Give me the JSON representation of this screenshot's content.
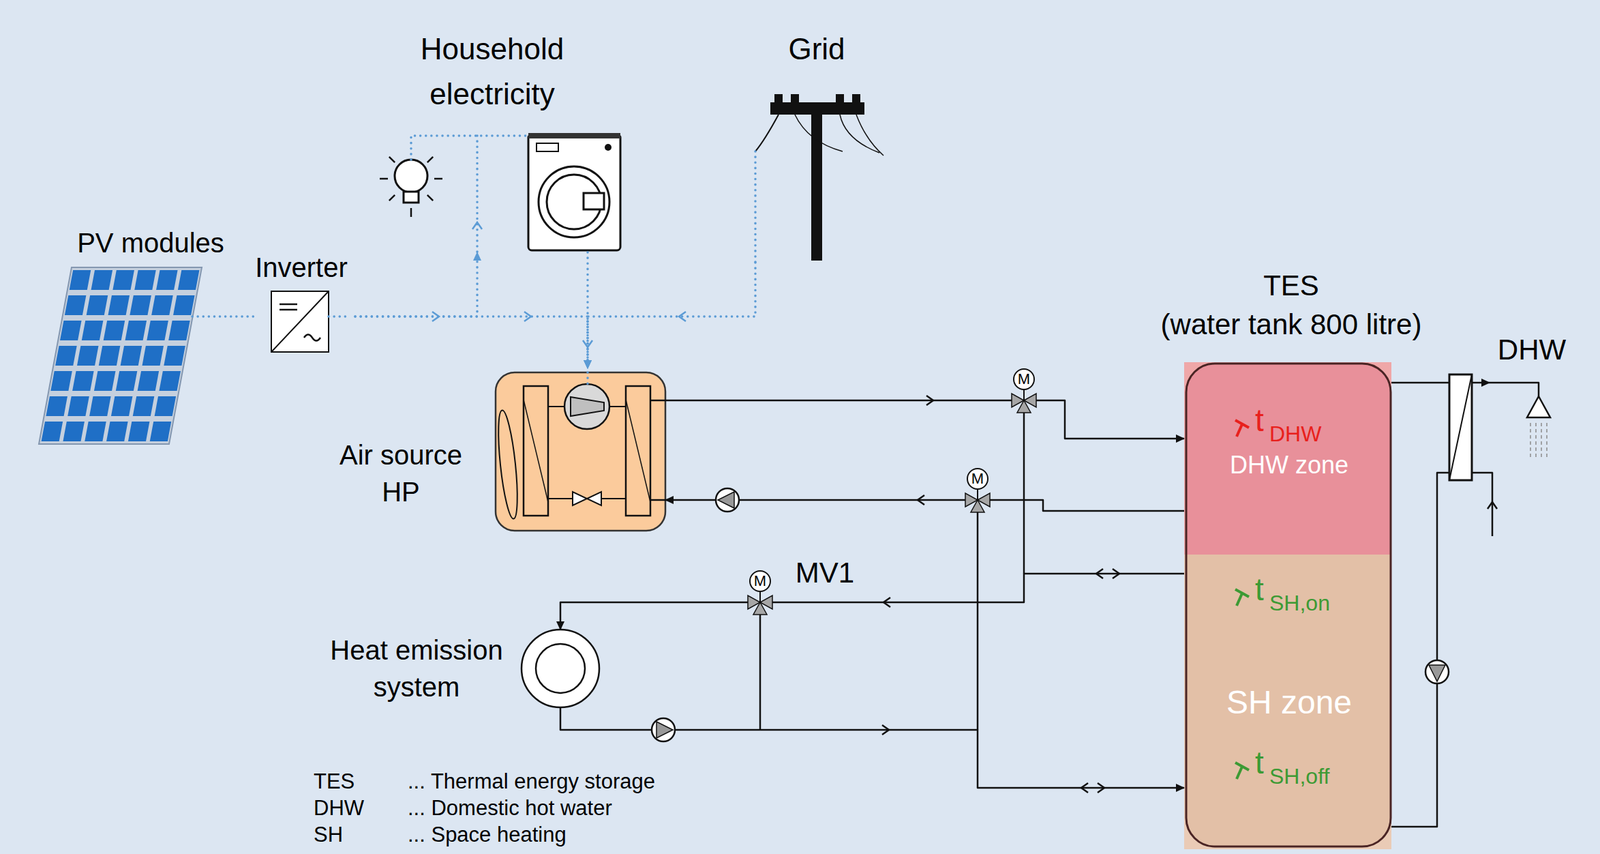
{
  "diagram": {
    "nodes": [
      {
        "text": [
          "Household electricity"
        ]
      },
      {
        "text": [
          "Grid"
        ]
      },
      {
        "text": [
          "PV modules"
        ]
      },
      {
        "text": [
          "Inverter"
        ]
      },
      {
        "text": [
          "TES",
          "(water tank 800 litre)"
        ]
      },
      {
        "text": [
          "t",
          "DHW",
          "DHW zone"
        ],
        "in": 4
      },
      {
        "text": [
          "t",
          "SH,on",
          "SH zone",
          "t",
          "SH,off"
        ],
        "in": 4
      },
      {
        "text": [
          "DHW"
        ]
      },
      {
        "text": [
          "Air source HP"
        ]
      },
      {
        "text": [
          "Heat emission system"
        ]
      }
    ],
    "edges": [
      {
        "from": 2,
        "to": 3,
        "arrow": "none"
      },
      {
        "from": 3,
        "to": 0,
        "arrow": "to"
      },
      {
        "from": 3,
        "to": 8,
        "arrow": "to"
      },
      {
        "from": 0,
        "to": 8,
        "arrow": "to"
      },
      {
        "from": 1,
        "to": 8,
        "arrow": "to"
      },
      {
        "from": 8,
        "to": 5,
        "arrow": "to"
      },
      {
        "from": 5,
        "to": 8,
        "arrow": "to"
      },
      {
        "from": 6,
        "to": 9,
        "arrow": "to"
      },
      {
        "from": 9,
        "to": 6,
        "arrow": "to"
      },
      {
        "from": 5,
        "to": 7,
        "arrow": "to"
      }
    ],
    "labels": [
      "M",
      "M",
      "MV1",
      "M",
      "TES",
      "... Thermal energy storage",
      "DHW",
      "... Domestic hot water",
      "SH",
      "... Space heating"
    ]
  }
}
